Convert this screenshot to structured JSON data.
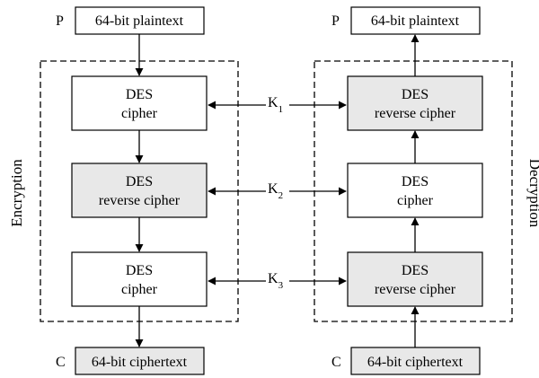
{
  "encryption": {
    "side_label": "Encryption",
    "input_letter": "P",
    "input_label": "64-bit plaintext",
    "stages": [
      {
        "line1": "DES",
        "line2": "cipher",
        "shade": "white"
      },
      {
        "line1": "DES",
        "line2": "reverse cipher",
        "shade": "grey"
      },
      {
        "line1": "DES",
        "line2": "cipher",
        "shade": "white"
      }
    ],
    "output_letter": "C",
    "output_label": "64-bit ciphertext"
  },
  "decryption": {
    "side_label": "Decryption",
    "output_letter": "P",
    "output_label": "64-bit plaintext",
    "stages": [
      {
        "line1": "DES",
        "line2": "reverse cipher",
        "shade": "grey"
      },
      {
        "line1": "DES",
        "line2": "cipher",
        "shade": "white"
      },
      {
        "line1": "DES",
        "line2": "reverse cipher",
        "shade": "grey"
      }
    ],
    "input_letter": "C",
    "input_label": "64-bit ciphertext"
  },
  "keys": [
    {
      "letter": "K",
      "sub": "1"
    },
    {
      "letter": "K",
      "sub": "2"
    },
    {
      "letter": "K",
      "sub": "3"
    }
  ],
  "colors": {
    "grey_fill": "#e8e8e8",
    "white_fill": "#ffffff",
    "line": "#000000"
  }
}
